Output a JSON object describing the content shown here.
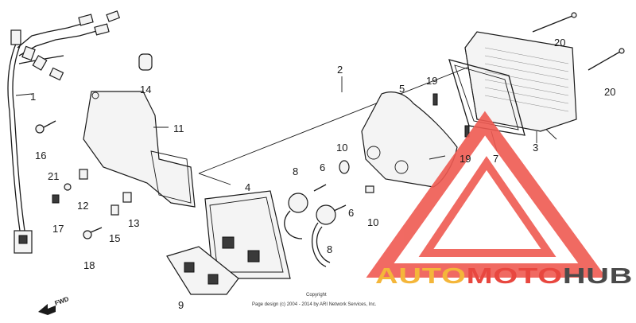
{
  "parts": [
    {
      "id": "1",
      "label": "1"
    },
    {
      "id": "2",
      "label": "2"
    },
    {
      "id": "3",
      "label": "3"
    },
    {
      "id": "4",
      "label": "4"
    },
    {
      "id": "5",
      "label": "5"
    },
    {
      "id": "6a",
      "label": "6"
    },
    {
      "id": "6b",
      "label": "6"
    },
    {
      "id": "7",
      "label": "7"
    },
    {
      "id": "8a",
      "label": "8"
    },
    {
      "id": "8b",
      "label": "8"
    },
    {
      "id": "9",
      "label": "9"
    },
    {
      "id": "10a",
      "label": "10"
    },
    {
      "id": "10b",
      "label": "10"
    },
    {
      "id": "11",
      "label": "11"
    },
    {
      "id": "12",
      "label": "12"
    },
    {
      "id": "13",
      "label": "13"
    },
    {
      "id": "14",
      "label": "14"
    },
    {
      "id": "15",
      "label": "15"
    },
    {
      "id": "16",
      "label": "16"
    },
    {
      "id": "17",
      "label": "17"
    },
    {
      "id": "18",
      "label": "18"
    },
    {
      "id": "19a",
      "label": "19"
    },
    {
      "id": "19b",
      "label": "19"
    },
    {
      "id": "20a",
      "label": "20"
    },
    {
      "id": "20b",
      "label": "20"
    },
    {
      "id": "21",
      "label": "21"
    }
  ],
  "direction": {
    "label": "FWD"
  },
  "copyright": {
    "line1": "Copyright",
    "line2": "Page design (c) 2004 - 2014 by ARI Network Services, Inc."
  },
  "watermark": {
    "part1": "AUTO",
    "part2": "MOTO",
    "part3": "HUB",
    "color_auto": "#f4b63a",
    "color_moto": "#e8473f",
    "color_hub": "#4a4a4a",
    "triangle_color": "#ef5a52"
  }
}
